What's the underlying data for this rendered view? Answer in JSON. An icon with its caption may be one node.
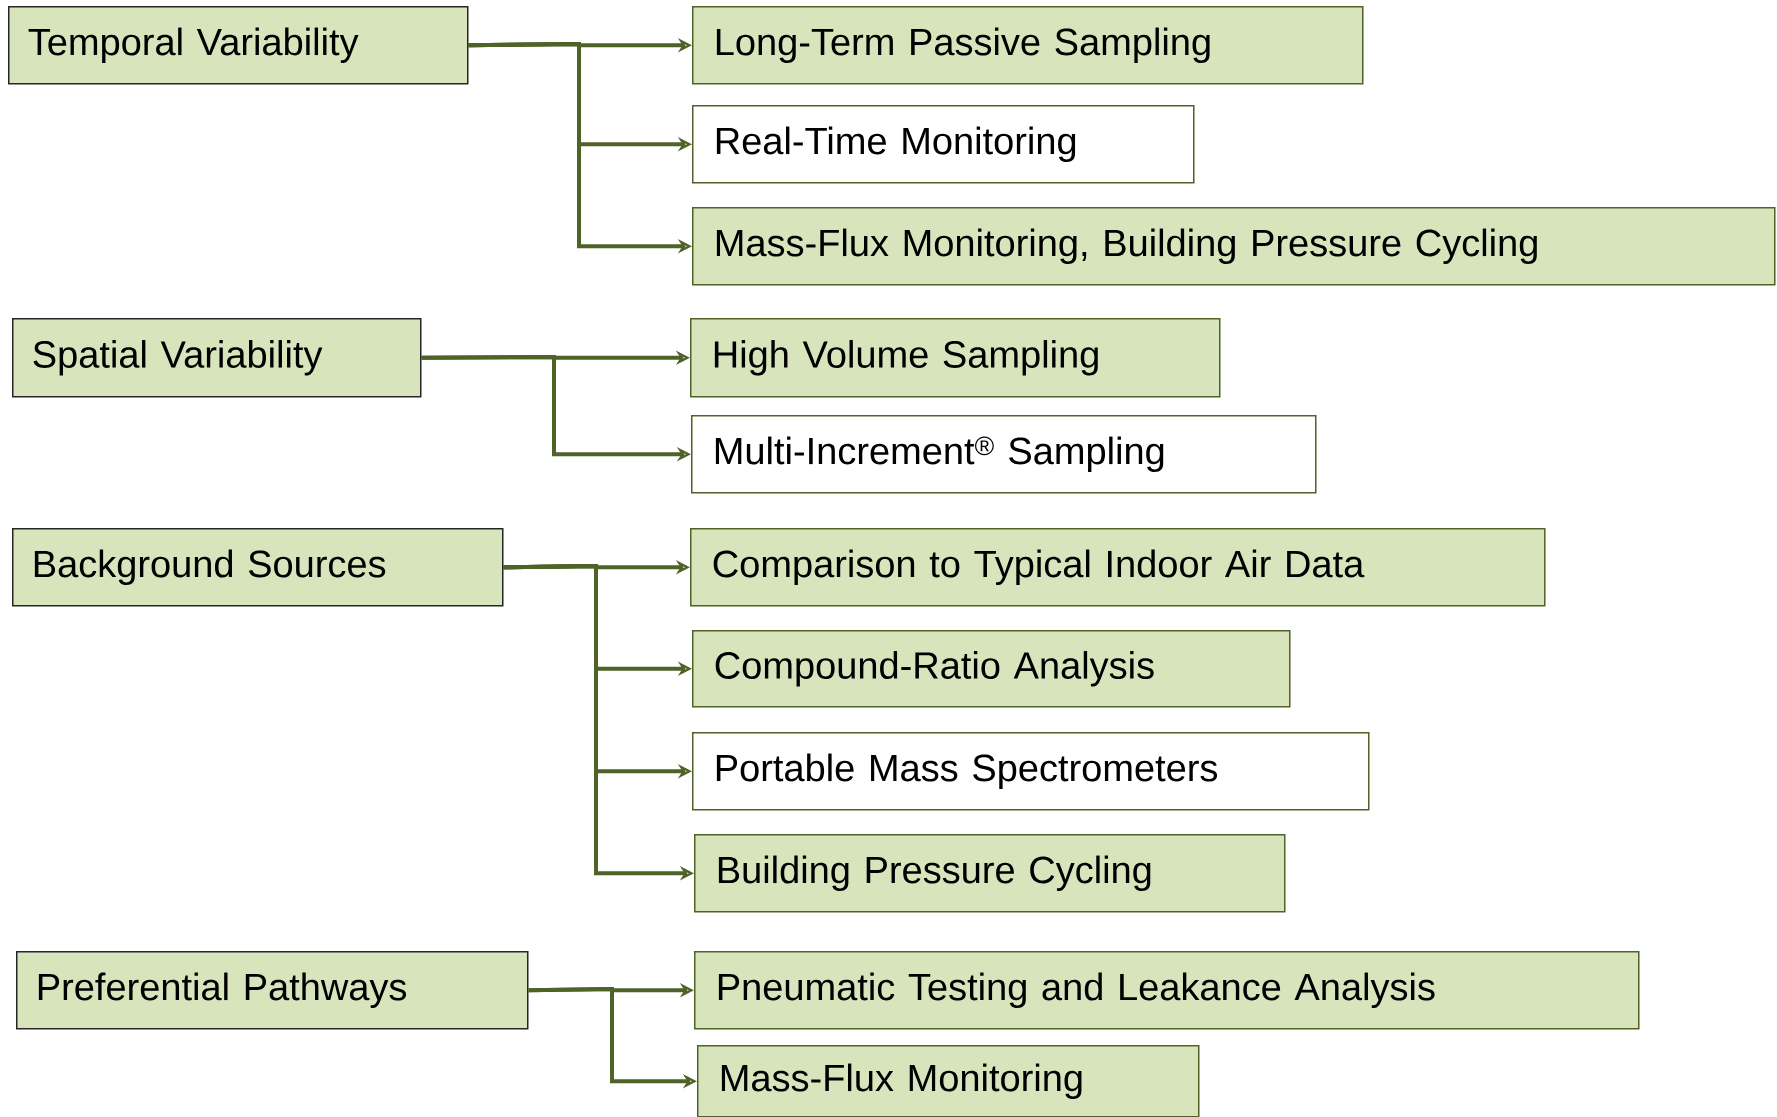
{
  "diagram": {
    "nodes": [
      {
        "text": [
          "Temporal Variability"
        ]
      },
      {
        "text": [
          "Long-Term Passive Sampling"
        ]
      },
      {
        "text": [
          "Real-Time Monitoring"
        ]
      },
      {
        "text": [
          "Mass-Flux Monitoring, Building Pressure Cycling"
        ]
      },
      {
        "text": [
          "Spatial Variability"
        ]
      },
      {
        "text": [
          "High Volume Sampling"
        ]
      },
      {
        "text": [
          "Multi-Increment$^{®}$ Sampling"
        ]
      },
      {
        "text": [
          "Background Sources"
        ]
      },
      {
        "text": [
          "Comparison to Typical Indoor Air Data"
        ]
      },
      {
        "text": [
          "Compound-Ratio Analysis"
        ]
      },
      {
        "text": [
          "Portable Mass Spectrometers"
        ]
      },
      {
        "text": [
          "Building Pressure Cycling"
        ]
      },
      {
        "text": [
          "Preferential Pathways"
        ]
      },
      {
        "text": [
          "Pneumatic Testing and Leakance Analysis"
        ]
      },
      {
        "text": [
          "Mass-Flux Monitoring"
        ]
      }
    ],
    "edges": [
      {
        "from": 0,
        "to": 1,
        "arrow": "to"
      },
      {
        "from": 0,
        "to": 2,
        "arrow": "to"
      },
      {
        "from": 0,
        "to": 3,
        "arrow": "to"
      },
      {
        "from": 4,
        "to": 5,
        "arrow": "to"
      },
      {
        "from": 4,
        "to": 6,
        "arrow": "to"
      },
      {
        "from": 7,
        "to": 8,
        "arrow": "to"
      },
      {
        "from": 7,
        "to": 9,
        "arrow": "to"
      },
      {
        "from": 7,
        "to": 10,
        "arrow": "to"
      },
      {
        "from": 7,
        "to": 11,
        "arrow": "to"
      },
      {
        "from": 12,
        "to": 13,
        "arrow": "to"
      },
      {
        "from": 12,
        "to": 14,
        "arrow": "to"
      }
    ]
  }
}
